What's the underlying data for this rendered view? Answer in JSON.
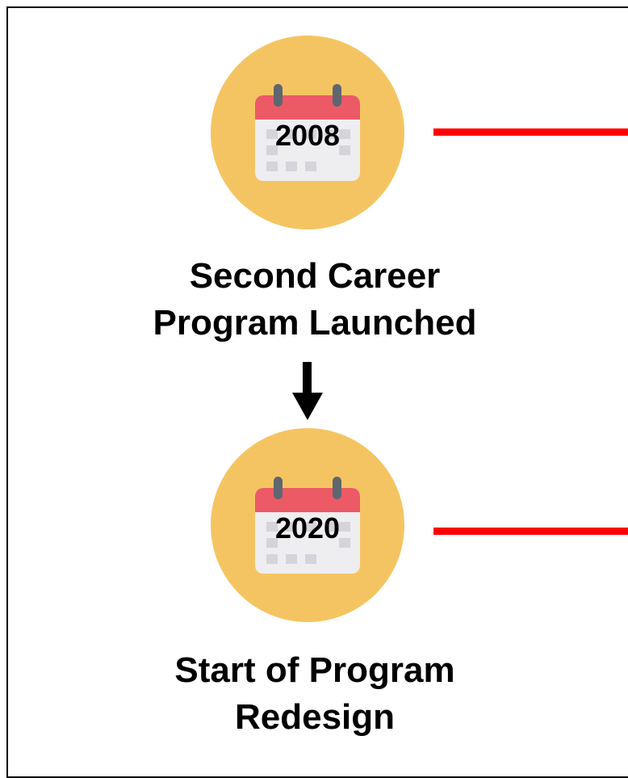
{
  "milestones": [
    {
      "year": "2008",
      "label_line1": "Second Career",
      "label_line2": "Program Launched"
    },
    {
      "year": "2020",
      "label_line1": "Start of Program",
      "label_line2": "Redesign"
    }
  ],
  "colors": {
    "circle": "#F5C462",
    "calendar_header": "#EC5A66",
    "calendar_body": "#EEEEF0",
    "connector_line": "#FF0000",
    "arrow": "#000000"
  },
  "icons": [
    "calendar-icon",
    "down-arrow-icon"
  ]
}
